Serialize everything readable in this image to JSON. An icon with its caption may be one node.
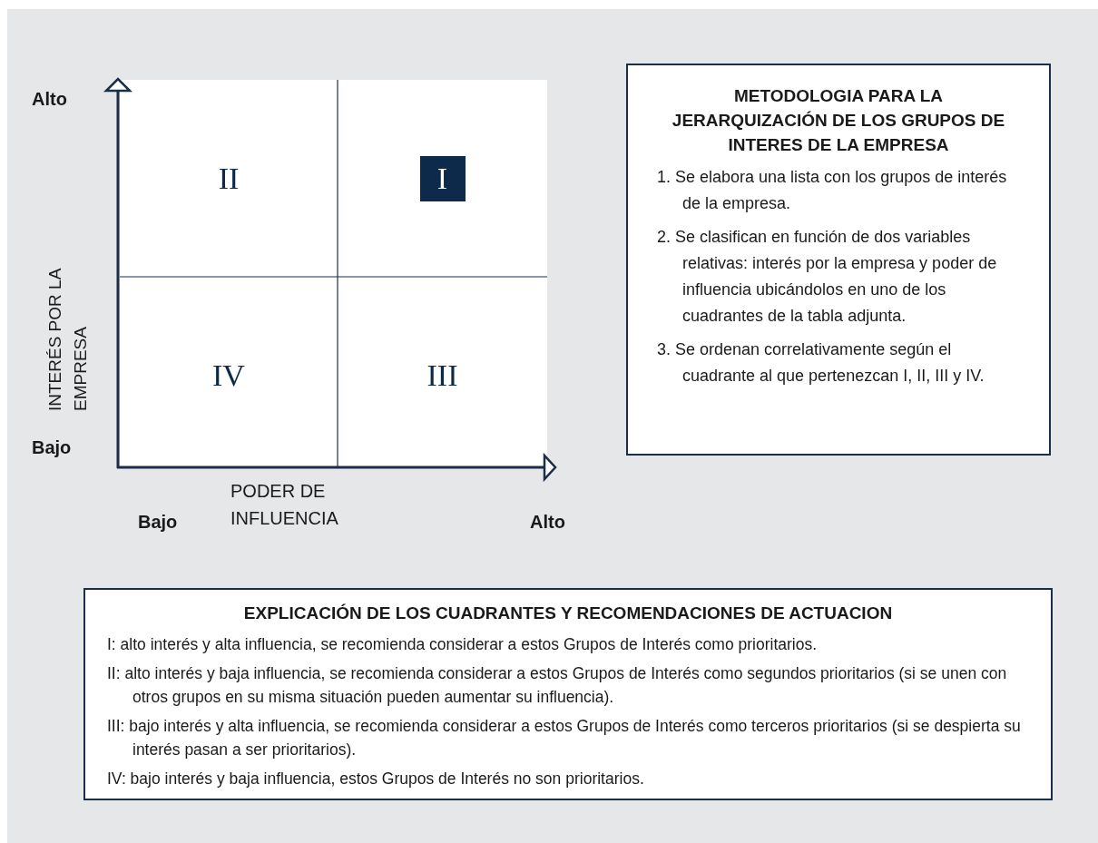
{
  "diagram": {
    "nodes": [
      {
        "text": [
          "II"
        ]
      },
      {
        "text": [
          "I"
        ]
      },
      {
        "text": [
          "IV"
        ]
      },
      {
        "text": [
          "III"
        ]
      },
      {
        "text": [
          "METODOLOGIA PARA LA JERARQUIZACIÓN DE LOS GRUPOS DE INTERES DE LA EMPRESA",
          "1. Se elabora una lista con los grupos de interés de la empresa.",
          "2. Se clasifican en función de dos variables relativas: interés por la empresa y poder de influencia ubicándolos en uno de los cuadrantes de la tabla adjunta.",
          "3. Se ordenan correlativamente según el cuadrante al que pertenezcan I, II, III y IV."
        ]
      },
      {
        "text": [
          "EXPLICACIÓN DE LOS CUADRANTES Y RECOMENDACIONES DE ACTUACION",
          "I: alto interés y alta influencia, se recomienda considerar a estos Grupos de Interés como prioritarios.",
          "II: alto interés y baja influencia, se recomienda considerar a estos Grupos de Interés como segundos prioritarios (si se unen con otros grupos en su misma situación pueden aumentar su influencia).",
          "III: bajo interés y alta influencia, se recomienda considerar a estos Grupos de Interés como terceros prioritarios (si se despierta su interés pasan a ser prioritarios).",
          "IV: bajo interés y baja influencia, estos Grupos de Interés no son prioritarios."
        ]
      }
    ],
    "labels": [
      "Alto",
      "INTERÉS POR LA EMPRESA",
      "Bajo",
      "PODER DE INFLUENCIA",
      "Bajo",
      "Alto"
    ]
  }
}
